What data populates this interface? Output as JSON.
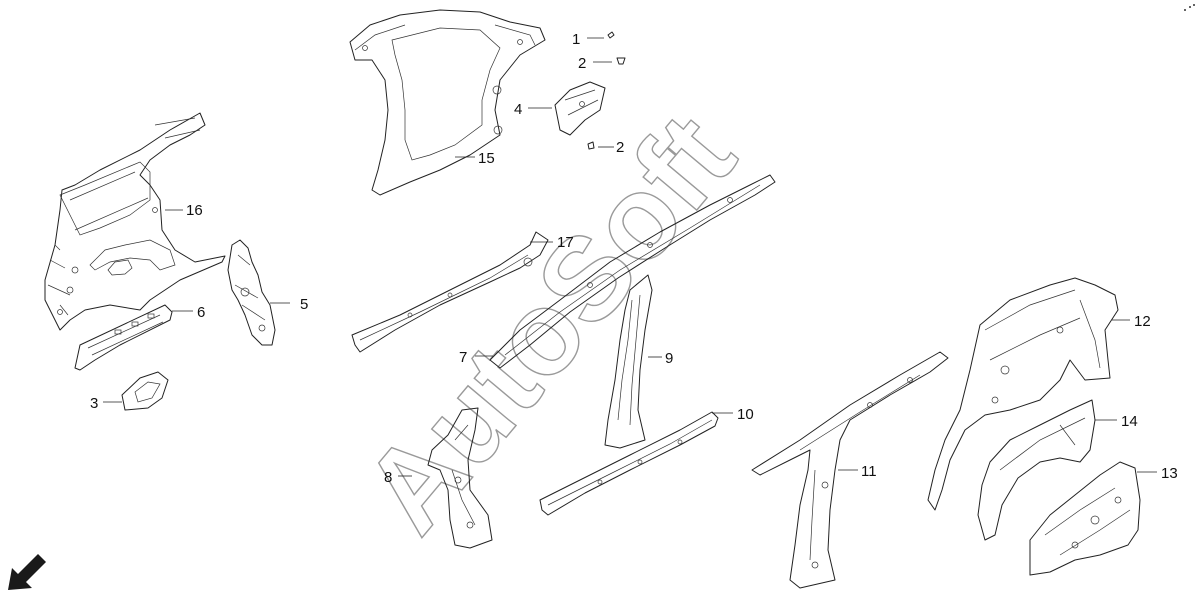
{
  "watermark": "AutoSoft",
  "callouts": {
    "c1": "1",
    "c2a": "2",
    "c2b": "2",
    "c3": "3",
    "c4": "4",
    "c5": "5",
    "c6": "6",
    "c7": "7",
    "c8": "8",
    "c9": "9",
    "c10": "10",
    "c11": "11",
    "c12": "12",
    "c13": "13",
    "c14": "14",
    "c15": "15",
    "c16": "16",
    "c17": "17"
  },
  "icons": {
    "direction": "arrow-down-left-icon"
  },
  "colors": {
    "line": "#222222",
    "watermark": "#9a9a9a",
    "background": "#ffffff"
  }
}
